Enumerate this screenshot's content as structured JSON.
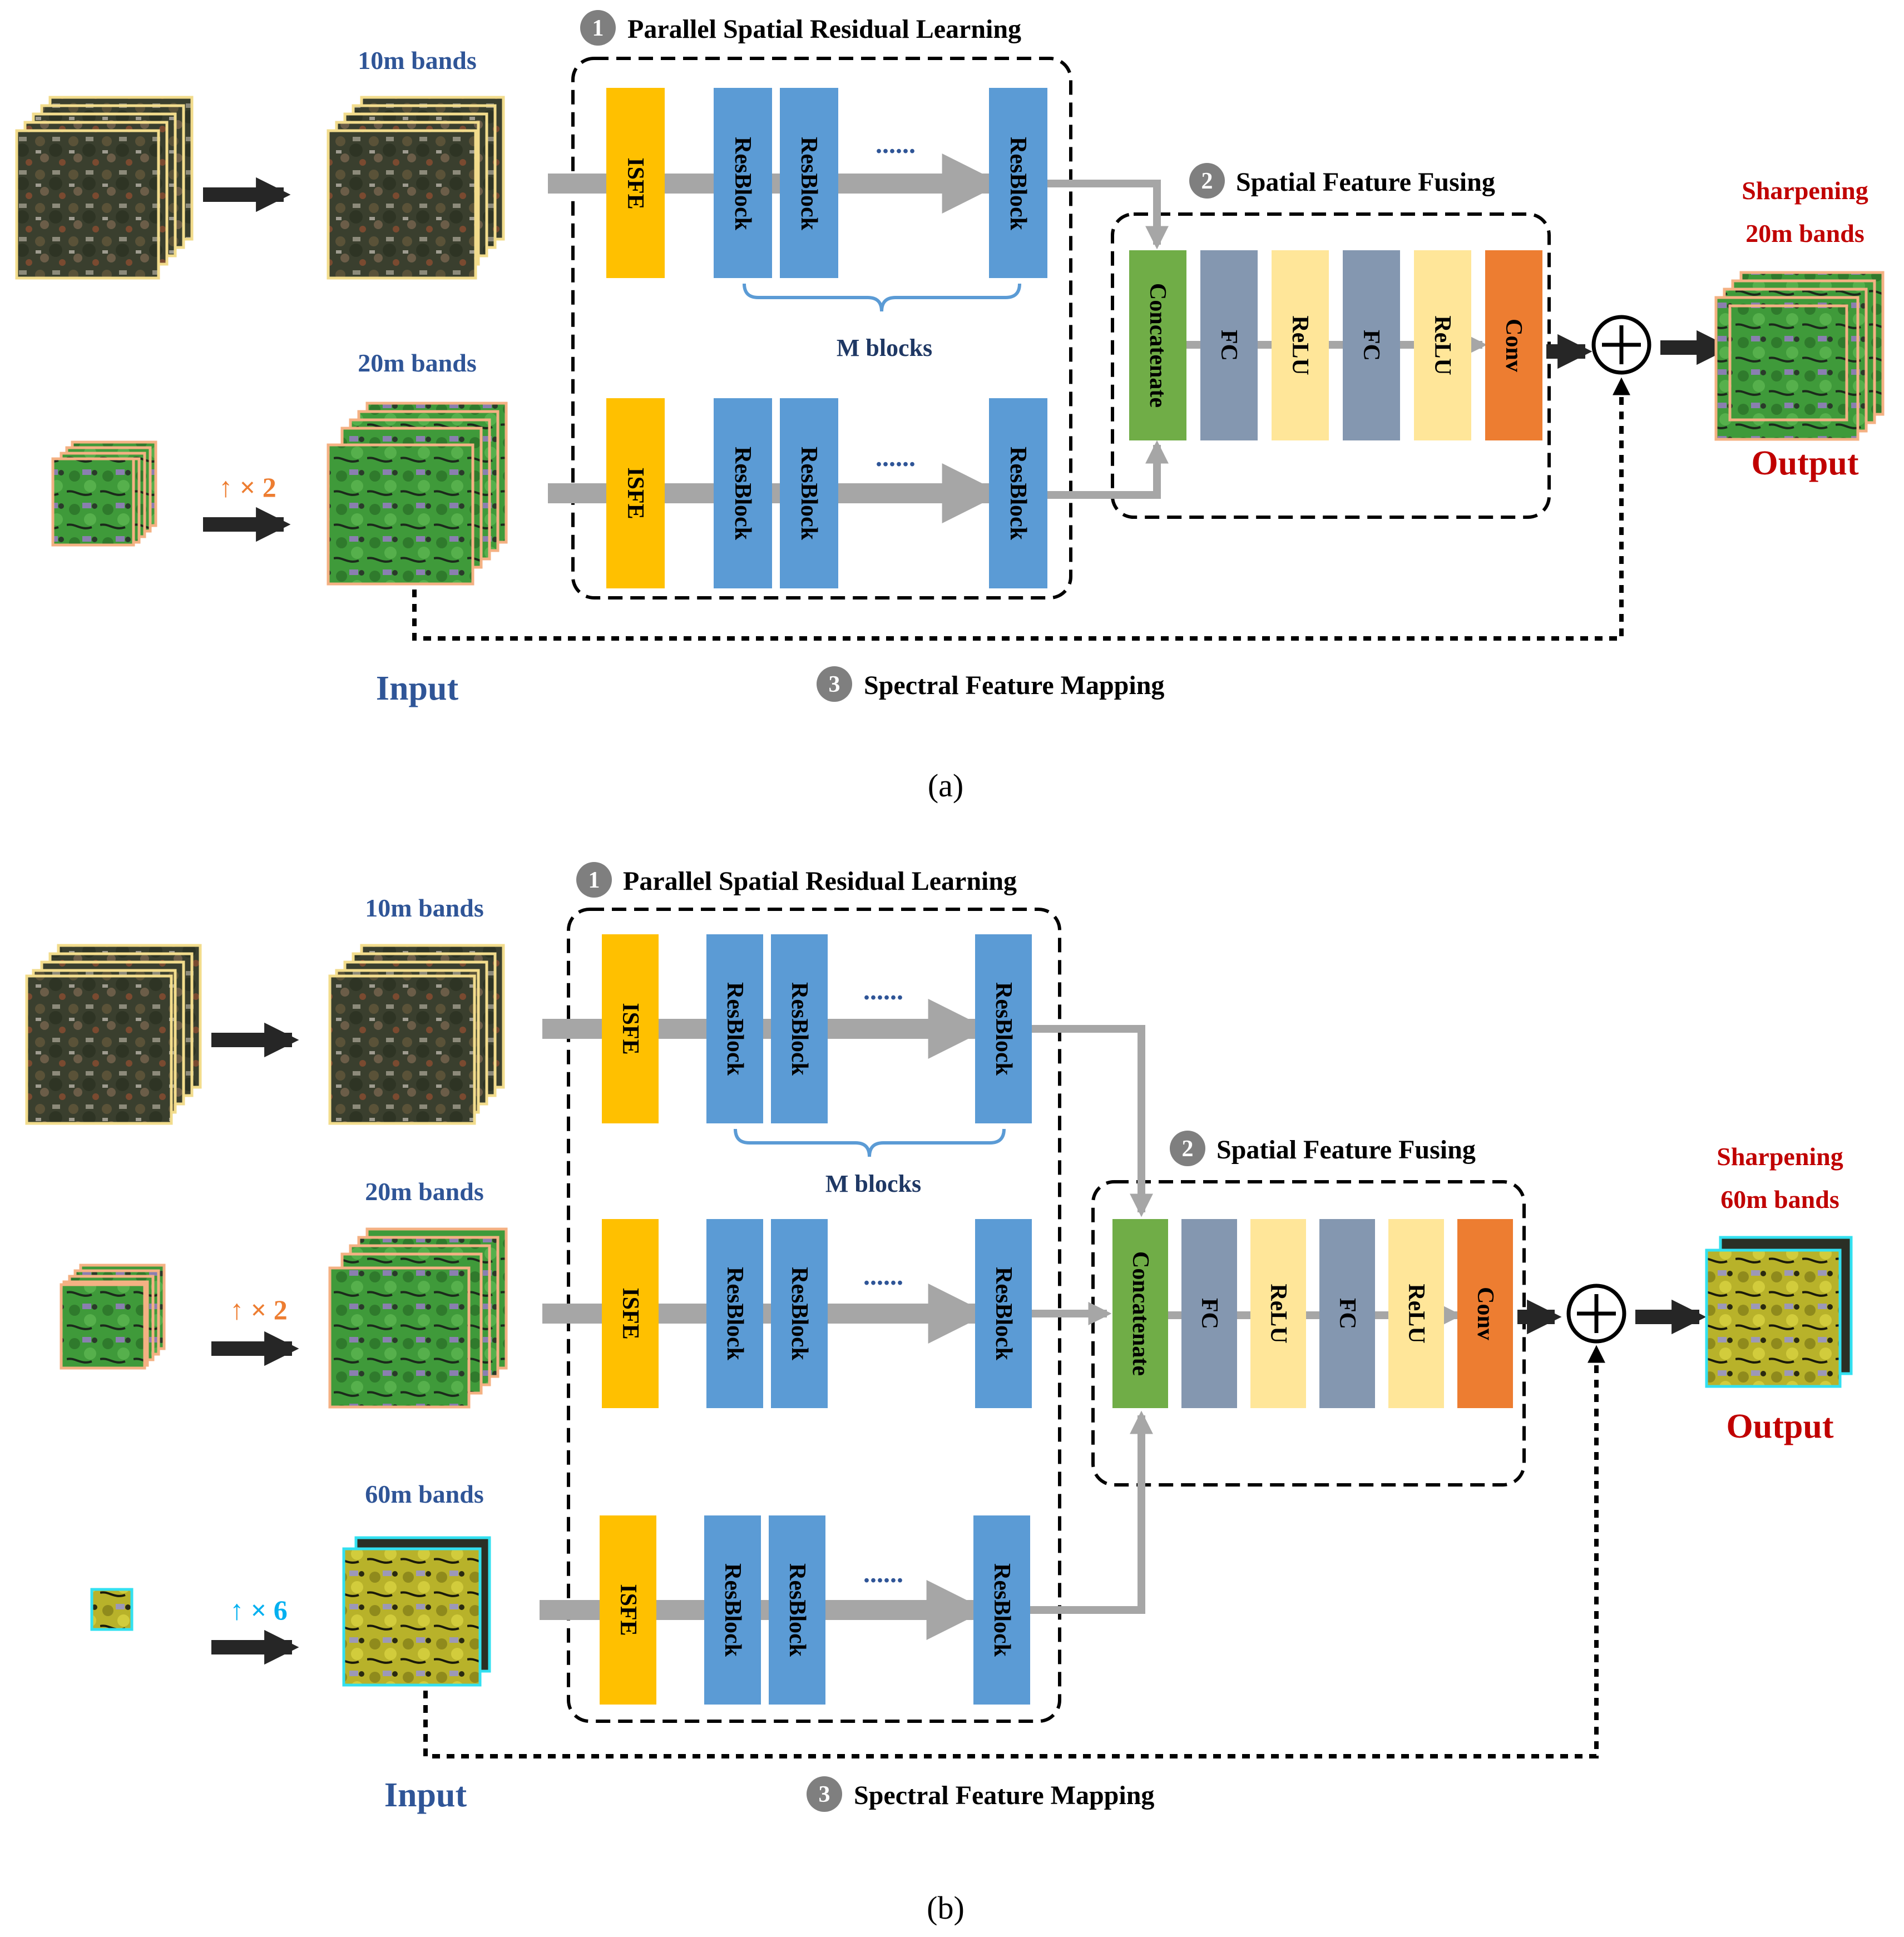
{
  "colors": {
    "isfe": "#FFC000",
    "resblock": "#5B9BD5",
    "concatenate": "#70AD47",
    "fc": "#8497B0",
    "relu": "#FFE699",
    "conv": "#ED7D31",
    "band_label": "#2F5597",
    "output_label": "#C00000",
    "upsample_x2": "#ED7D31",
    "upsample_x6": "#00B0F0",
    "arrow_gray": "#A6A6A6",
    "arrow_dark": "#262626",
    "badge": "#7F7F7F"
  },
  "panel_a": {
    "caption": "(a)",
    "step1": {
      "num": "1",
      "title": "Parallel Spatial Residual Learning"
    },
    "step2": {
      "num": "2",
      "title": "Spatial Feature Fusing"
    },
    "step3": {
      "num": "3",
      "title": "Spectral Feature Mapping"
    },
    "band_10m": "10m bands",
    "band_20m": "20m bands",
    "upsample_x2": "↑ × 2",
    "m_blocks": "M blocks",
    "dots": "......",
    "isfe": "ISFE",
    "resblock": "ResBlock",
    "fusion_blocks": [
      "Concatenate",
      "FC",
      "ReLU",
      "FC",
      "ReLU",
      "Conv"
    ],
    "output_title": [
      "Sharpening",
      "20m bands"
    ],
    "input_label": "Input",
    "output_label": "Output"
  },
  "panel_b": {
    "caption": "(b)",
    "step1": {
      "num": "1",
      "title": "Parallel Spatial Residual Learning"
    },
    "step2": {
      "num": "2",
      "title": "Spatial Feature Fusing"
    },
    "step3": {
      "num": "3",
      "title": "Spectral Feature Mapping"
    },
    "band_10m": "10m bands",
    "band_20m": "20m bands",
    "band_60m": "60m bands",
    "upsample_x2": "↑ × 2",
    "upsample_x6": "↑ × 6",
    "m_blocks": "M blocks",
    "dots": "......",
    "isfe": "ISFE",
    "resblock": "ResBlock",
    "fusion_blocks": [
      "Concatenate",
      "FC",
      "ReLU",
      "FC",
      "ReLU",
      "Conv"
    ],
    "output_title": [
      "Sharpening",
      "60m bands"
    ],
    "input_label": "Input",
    "output_label": "Output"
  }
}
